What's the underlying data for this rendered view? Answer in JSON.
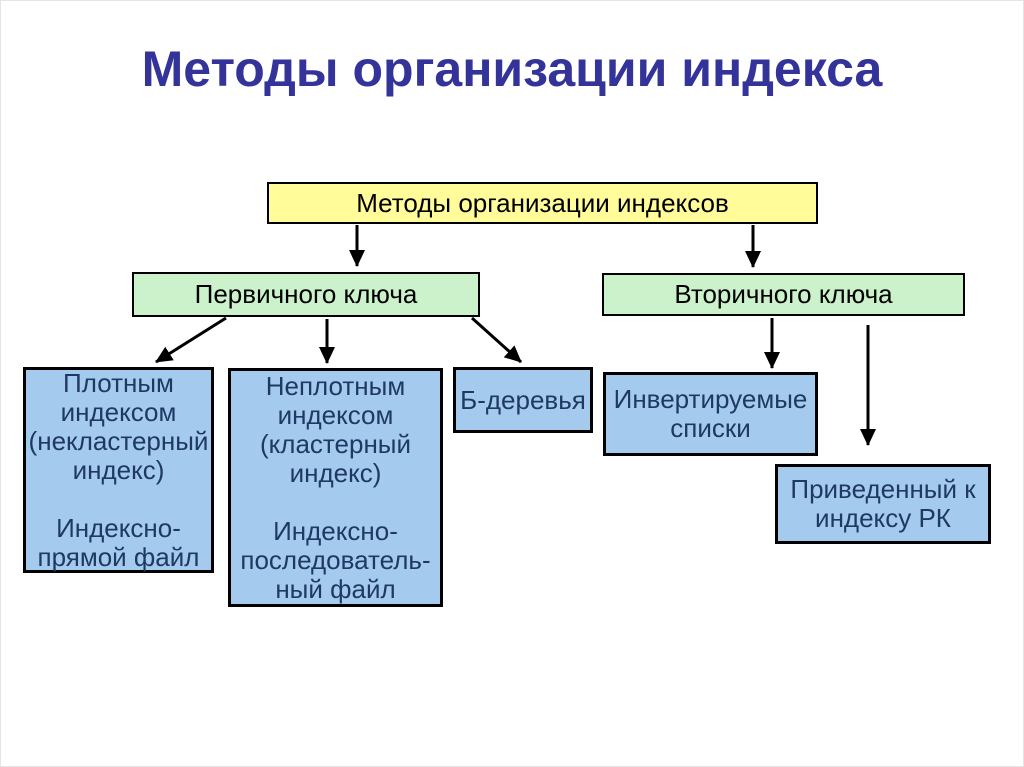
{
  "slide": {
    "title": "Методы организации индекса"
  },
  "colors": {
    "title_text": "#333399",
    "root_fill": "#FFFC99",
    "key_fill": "#CCF2CC",
    "leaf_fill": "#A4CBEE",
    "leaf_text": "#1F3864",
    "box_border": "#000000",
    "arrow": "#000000",
    "background": "#FFFFFF"
  },
  "nodes": {
    "root": {
      "label": "Методы организации индексов"
    },
    "primary": {
      "label": "Первичного ключа"
    },
    "secondary": {
      "label": "Вторичного ключа"
    },
    "dense": {
      "label": "Плотным\nиндексом\n(некластерный\nиндекс)\n\nИндексно-\nпрямой файл"
    },
    "sparse": {
      "label": "Неплотным\nиндексом\n(кластерный\nиндекс)\n\nИндексно-\nпоследователь-\nный файл"
    },
    "btree": {
      "label": "Б-деревья"
    },
    "inverted": {
      "label": "Инвертируемые\nсписки"
    },
    "reduced": {
      "label": "Приведенный к\nиндексу РК"
    }
  },
  "edges": [
    {
      "from": "root",
      "to": "primary"
    },
    {
      "from": "root",
      "to": "secondary"
    },
    {
      "from": "primary",
      "to": "dense"
    },
    {
      "from": "primary",
      "to": "sparse"
    },
    {
      "from": "primary",
      "to": "btree"
    },
    {
      "from": "secondary",
      "to": "inverted"
    },
    {
      "from": "secondary",
      "to": "reduced"
    }
  ]
}
